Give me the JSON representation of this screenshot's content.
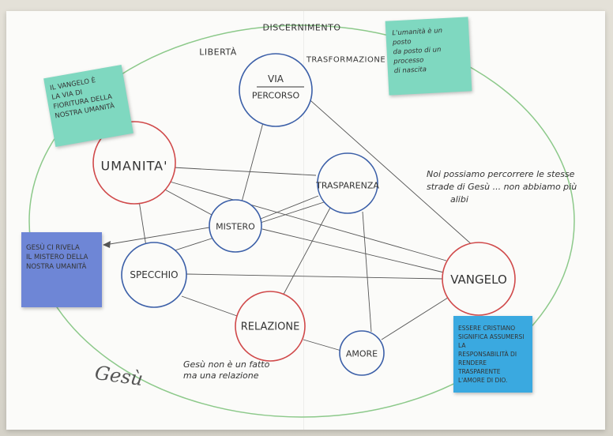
{
  "poster": {
    "top_labels": {
      "discernimento": "DISCERNIMENTO",
      "liberta": "LIBERTÀ",
      "trasformazione": "TRASFORMAZIONE"
    },
    "outer_label": "Gesù",
    "nodes": {
      "via": {
        "line1": "VIA",
        "line2": "PERCORSO"
      },
      "umanita": "UMANITA'",
      "trasparenza": "TRASPARENZA",
      "mistero": "MISTERO",
      "specchio": "SPECCHIO",
      "vangelo": "VANGELO",
      "relazione": "RELAZIONE",
      "amore": "AMORE"
    },
    "annotations": {
      "non_abbiamo": [
        "Noi possiamo percorrere le stesse",
        "strade di Gesù ... non abbiamo più",
        "alibi"
      ],
      "gesu_relazione": [
        "Gesù non è un fatto",
        "ma una relazione"
      ]
    },
    "stickies": {
      "vangelo_via": [
        "IL VANGELO È",
        "LA VIA DI",
        "FIORITURA DELLA",
        "NOSTRA UMANITÀ"
      ],
      "umanita_posto": [
        "L'umanità è un",
        "posto",
        "da posto di un",
        "processo",
        "di nascita"
      ],
      "gesu_rivela": [
        "GESÙ CI RIVELA",
        "IL MISTERO DELLA",
        "NOSTRA UMANITÀ"
      ],
      "essere_cristiano": [
        "ESSERE CRISTIANO",
        "SIGNIFICA ASSUMERSI LA",
        "RESPONSABILITÀ DI",
        "RENDERE TRASPARENTE",
        "L'AMORE DI DIO."
      ]
    },
    "colors": {
      "blue": "#3b5fa8",
      "red": "#d0494a",
      "green": "#8cc98a",
      "sticky_teal": "#7fd8c0",
      "sticky_blue": "#6e86d6",
      "sticky_cyan": "#3aa9e0"
    }
  }
}
